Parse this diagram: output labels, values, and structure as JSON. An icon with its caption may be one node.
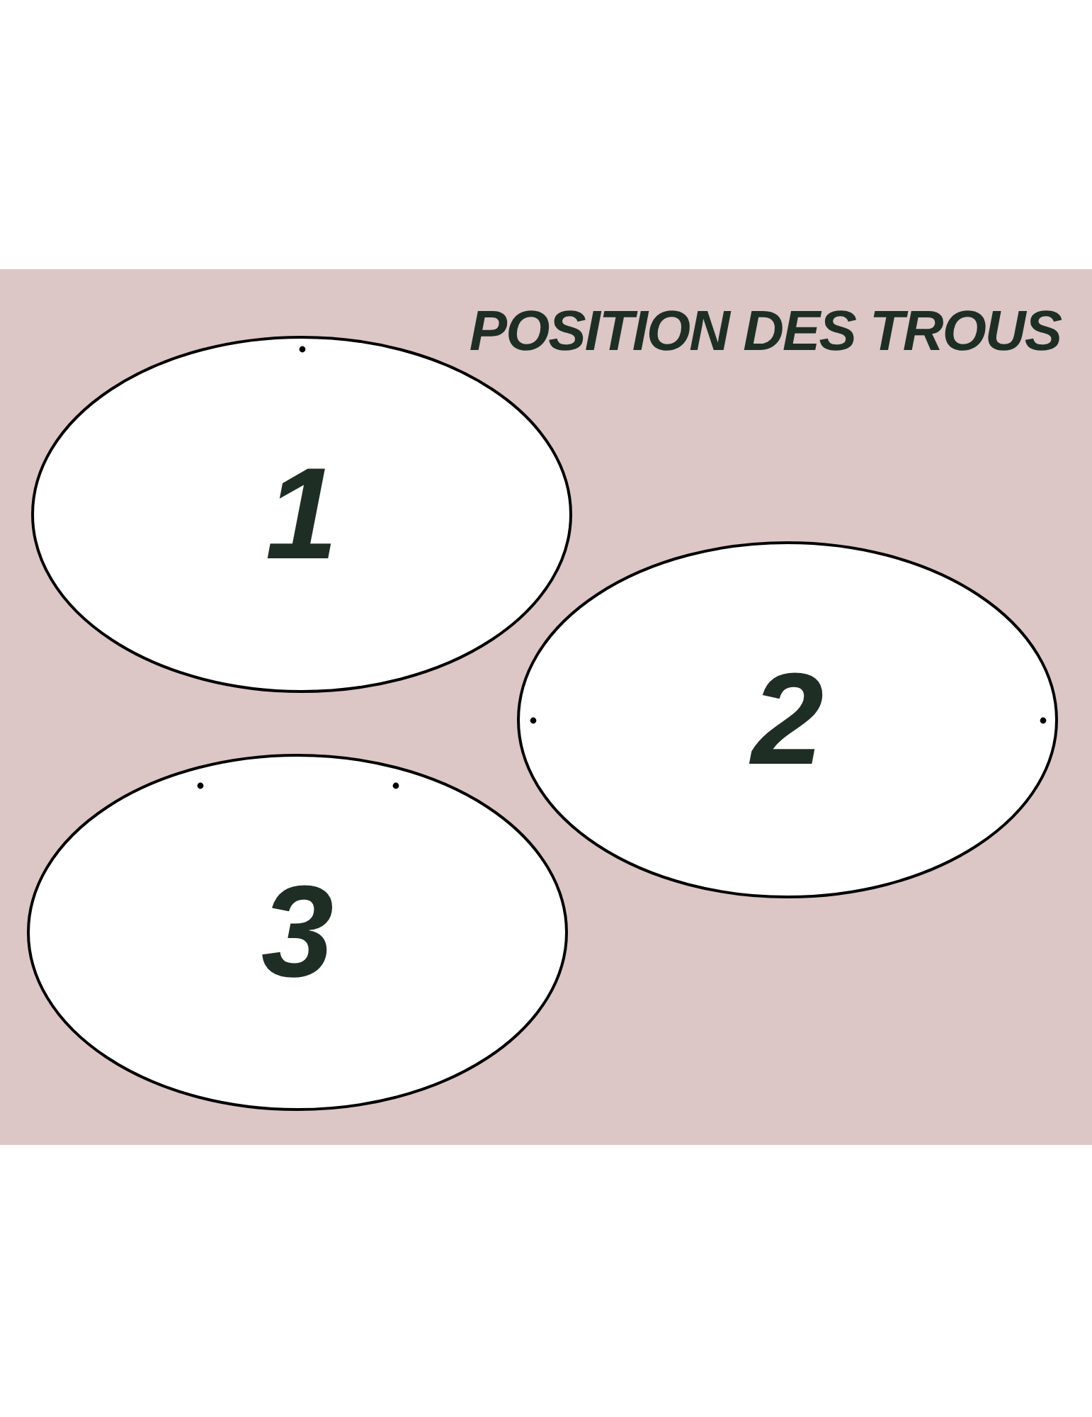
{
  "diagram": {
    "title": "POSITION DES TROUS",
    "nodes": [
      {
        "text": [
          "1"
        ]
      },
      {
        "text": [
          "2"
        ]
      },
      {
        "text": [
          "3"
        ]
      }
    ]
  }
}
